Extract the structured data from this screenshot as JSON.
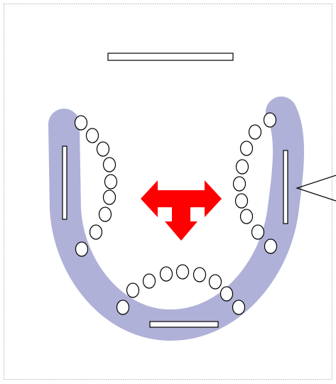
{
  "colors": {
    "background": "#ffffff",
    "border": "#8a8a8a",
    "u_band": "#b0b1d8",
    "bar_fill": "#ffffff",
    "bar_stroke": "#000000",
    "ellipse_fill": "#ffffff",
    "ellipse_stroke": "#000000",
    "arrow_fill": "#ff0000",
    "callout_stroke": "#000000"
  },
  "elements": {
    "u_band": "u-shaped-band",
    "arrow": "three-way-arrow-icon",
    "callout": "callout-pointer",
    "bars": [
      "top-bar",
      "left-bar",
      "right-bar",
      "bottom-bar"
    ],
    "ellipse_groups": [
      "left-ellipse-chain",
      "bottom-ellipse-chain",
      "right-ellipse-chain"
    ]
  }
}
